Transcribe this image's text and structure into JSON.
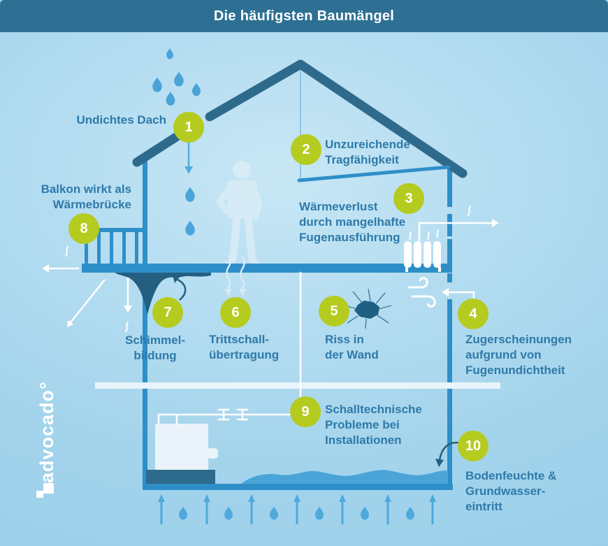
{
  "title": "Die häufigsten Baumängel",
  "brand": {
    "name": "advocado°"
  },
  "defects": [
    {
      "number": "1",
      "label": "Undichtes Dach"
    },
    {
      "number": "2",
      "label": "Unzureichende\nTragfähigkeit"
    },
    {
      "number": "3",
      "label": "Wärmeverlust\ndurch mangelhafte\nFugenausführung"
    },
    {
      "number": "4",
      "label": "Zugerscheinungen\naufgrund von\nFugenundichtheit"
    },
    {
      "number": "5",
      "label": "Riss in\nder Wand"
    },
    {
      "number": "6",
      "label": "Trittschall-\nübertragung"
    },
    {
      "number": "7",
      "label": "Schimmel-\nbildung"
    },
    {
      "number": "8",
      "label": "Balkon wirkt als\nWärmebrücke"
    },
    {
      "number": "9",
      "label": "Schalltechnische\nProbleme bei\nInstallationen"
    },
    {
      "number": "10",
      "label": "Bodenfeuchte &\nGrundwasser-\neintritt"
    }
  ],
  "icons": [
    "rain-drop-icon",
    "leaky-roof-icon",
    "sagging-beam-icon",
    "radiator-icon",
    "steam-icon",
    "wind-icon",
    "crack-icon",
    "mold-icon",
    "person-silhouette",
    "balcony-railing-icon",
    "boiler-icon",
    "pipe-valve-icon",
    "groundwater-arrow-icon",
    "heat-loss-arrow-icon"
  ],
  "colors": {
    "header": "#2d7093",
    "badge": "#b5cb1f",
    "text": "#2e7aa9",
    "dark": "#2e6a8c",
    "blue": "#2e8fc8",
    "water": "#4aa4d8",
    "light_line": "#8cc5e1",
    "ground": "#e9f4fb",
    "silhouette": "#d9ecf6",
    "mold": "#245f81",
    "white": "#ffffff"
  }
}
